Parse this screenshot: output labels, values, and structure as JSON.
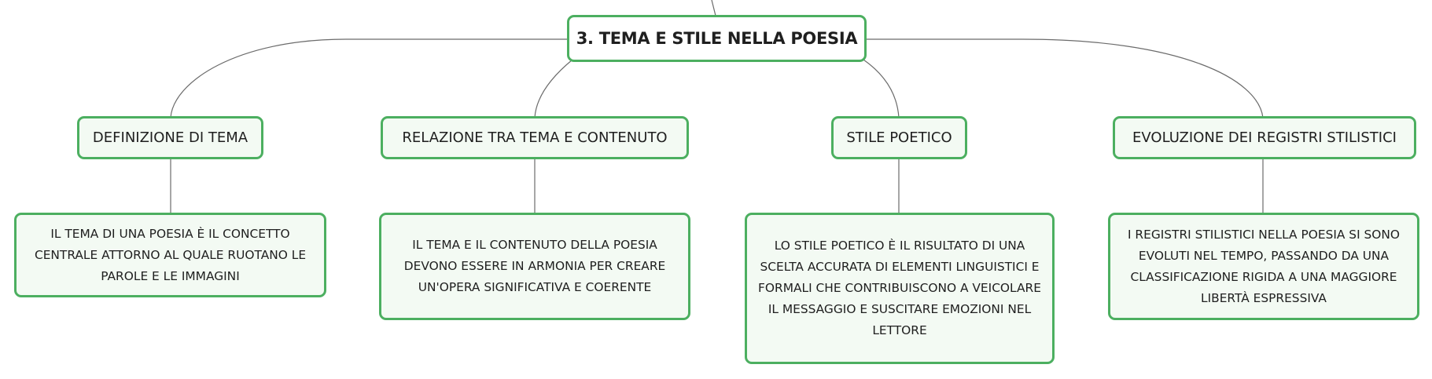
{
  "mindmap": {
    "root": {
      "label": "3. TEMA E STILE NELLA POESIA"
    },
    "branches": [
      {
        "label": "DEFINIZIONE DI TEMA",
        "detail": "IL TEMA DI UNA POESIA È IL CONCETTO CENTRALE ATTORNO AL QUALE RUOTANO LE PAROLE E LE IMMAGINI"
      },
      {
        "label": "RELAZIONE TRA TEMA E CONTENUTO",
        "detail": "IL TEMA E IL CONTENUTO DELLA POESIA DEVONO ESSERE IN ARMONIA PER CREARE UN'OPERA SIGNIFICATIVA E COERENTE"
      },
      {
        "label": "STILE POETICO",
        "detail": "LO STILE POETICO È IL RISULTATO DI UNA SCELTA ACCURATA DI ELEMENTI LINGUISTICI E FORMALI CHE CONTRIBUISCONO A VEICOLARE IL MESSAGGIO E SUSCITARE EMOZIONI NEL LETTORE"
      },
      {
        "label": "EVOLUZIONE DEI REGISTRI STILISTICI",
        "detail": "I REGISTRI STILISTICI NELLA POESIA SI SONO EVOLUTI NEL TEMPO, PASSANDO DA UNA CLASSIFICAZIONE RIGIDA A UNA MAGGIORE LIBERTÀ ESPRESSIVA"
      }
    ],
    "colors": {
      "node_border": "#4caf60",
      "node_fill": "#f3faf3",
      "root_fill": "#ffffff",
      "connector": "#6b6b6b"
    }
  }
}
